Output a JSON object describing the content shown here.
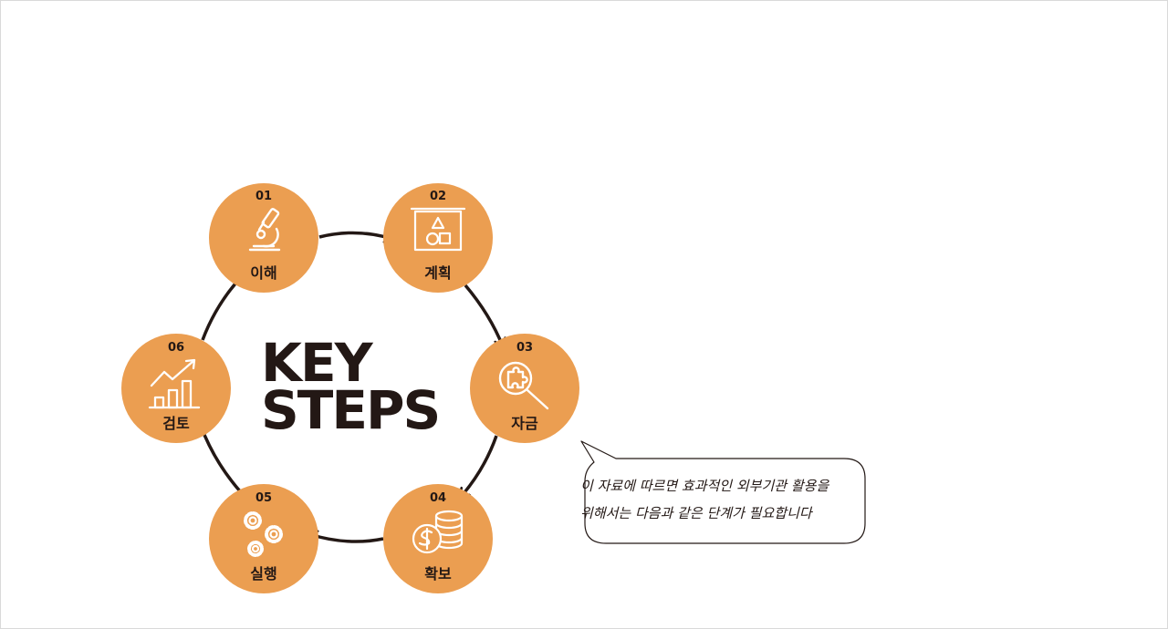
{
  "title": {
    "line1": "KEY",
    "line2": "STEPS"
  },
  "steps": [
    {
      "number": "01",
      "label": "이해",
      "icon": "microscope-icon"
    },
    {
      "number": "02",
      "label": "계획",
      "icon": "presentation-board-icon"
    },
    {
      "number": "03",
      "label": "자금",
      "icon": "puzzle-search-icon"
    },
    {
      "number": "04",
      "label": "확보",
      "icon": "coins-dollar-icon"
    },
    {
      "number": "05",
      "label": "실행",
      "icon": "gears-icon"
    },
    {
      "number": "06",
      "label": "검토",
      "icon": "growth-chart-icon"
    }
  ],
  "callout": {
    "line1": "이 자료에 따르면 효과적인 외부기관 활용을",
    "line2": "위해서는 다음과 같은 단계가 필요합니다"
  },
  "colors": {
    "circle_fill": "#EB9E51",
    "ink": "#231815",
    "icon_stroke": "#ffffff",
    "frame_border": "#d9d9d9"
  }
}
